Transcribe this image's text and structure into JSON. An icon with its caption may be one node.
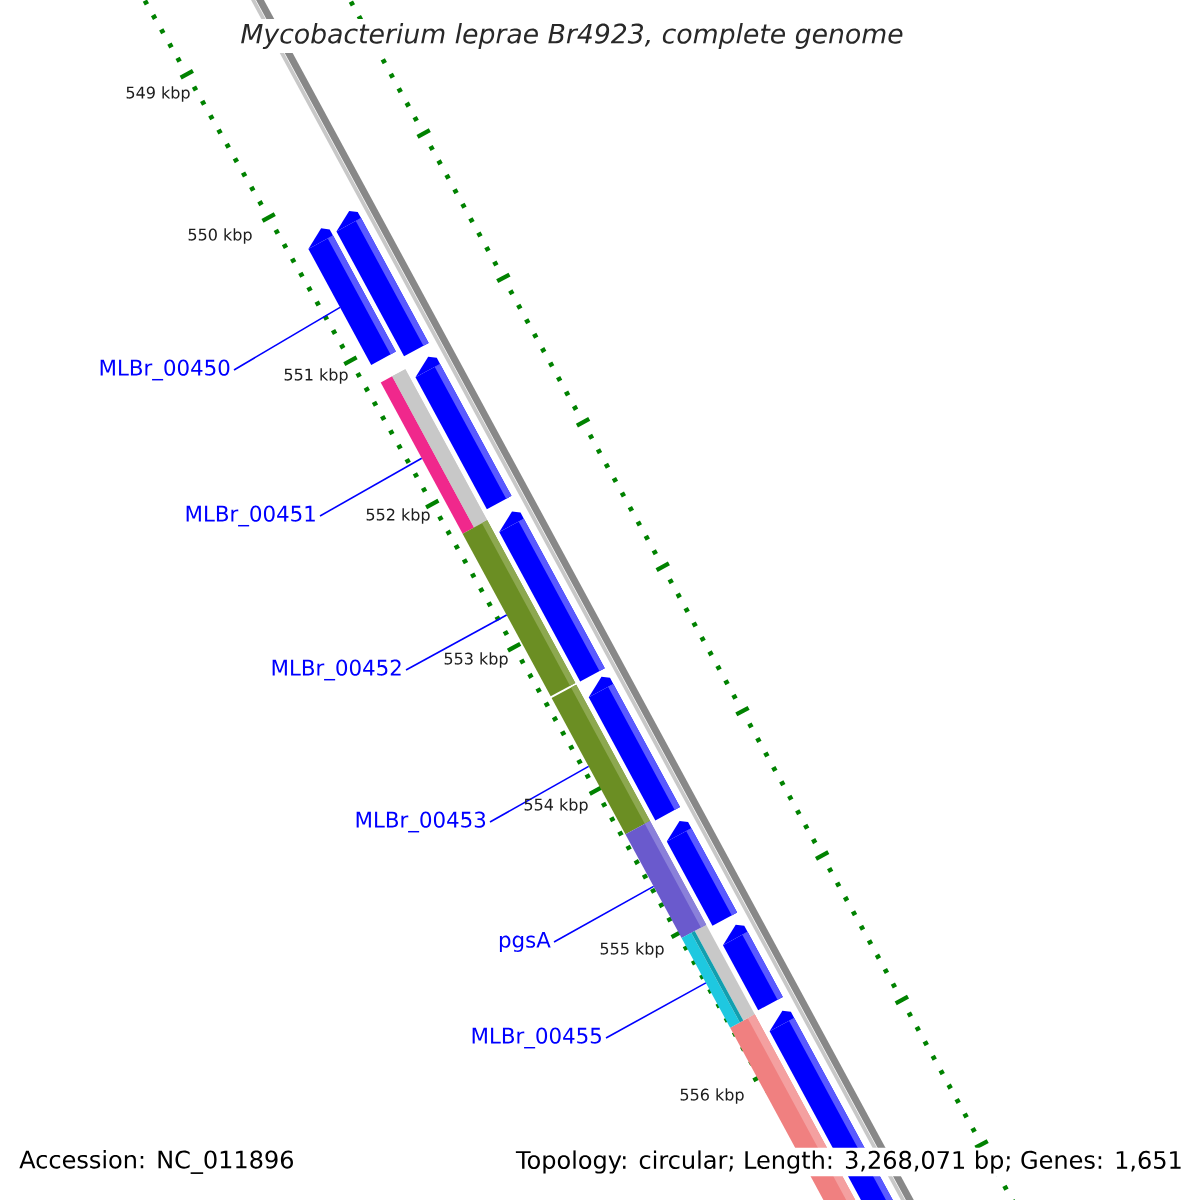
{
  "diagram": {
    "title": "Mycobacterium leprae Br4923, complete genome",
    "nodes": [
      {
        "text": [
          "MLBr_00450"
        ]
      },
      {
        "text": [
          "MLBr_00451"
        ]
      },
      {
        "text": [
          "MLBr_00452"
        ]
      },
      {
        "text": [
          "MLBr_00453"
        ]
      },
      {
        "text": [
          "pgsA"
        ]
      },
      {
        "text": [
          "MLBr_00455"
        ]
      },
      {
        "text": [],
        "shape": "bar"
      },
      {
        "text": [],
        "shape": "bar"
      },
      {
        "text": [],
        "shape": "bar"
      },
      {
        "text": [],
        "shape": "bar"
      },
      {
        "text": [],
        "shape": "bar"
      },
      {
        "text": [],
        "shape": "bar"
      }
    ],
    "edges": [
      {
        "from": 0,
        "to": 6,
        "arrow": "none"
      },
      {
        "from": 1,
        "to": 7,
        "arrow": "none"
      },
      {
        "from": 2,
        "to": 8,
        "arrow": "none"
      },
      {
        "from": 3,
        "to": 9,
        "arrow": "none"
      },
      {
        "from": 4,
        "to": 10,
        "arrow": "none"
      },
      {
        "from": 5,
        "to": 11,
        "arrow": "none"
      }
    ],
    "labels": [
      "549 kbp",
      "550 kbp",
      "551 kbp",
      "552 kbp",
      "553 kbp",
      "554 kbp",
      "555 kbp",
      "556 kbp",
      "Accession: NC_011896",
      "Topology: circular; Length: 3,268,071 bp; Genes: 1,651"
    ]
  }
}
